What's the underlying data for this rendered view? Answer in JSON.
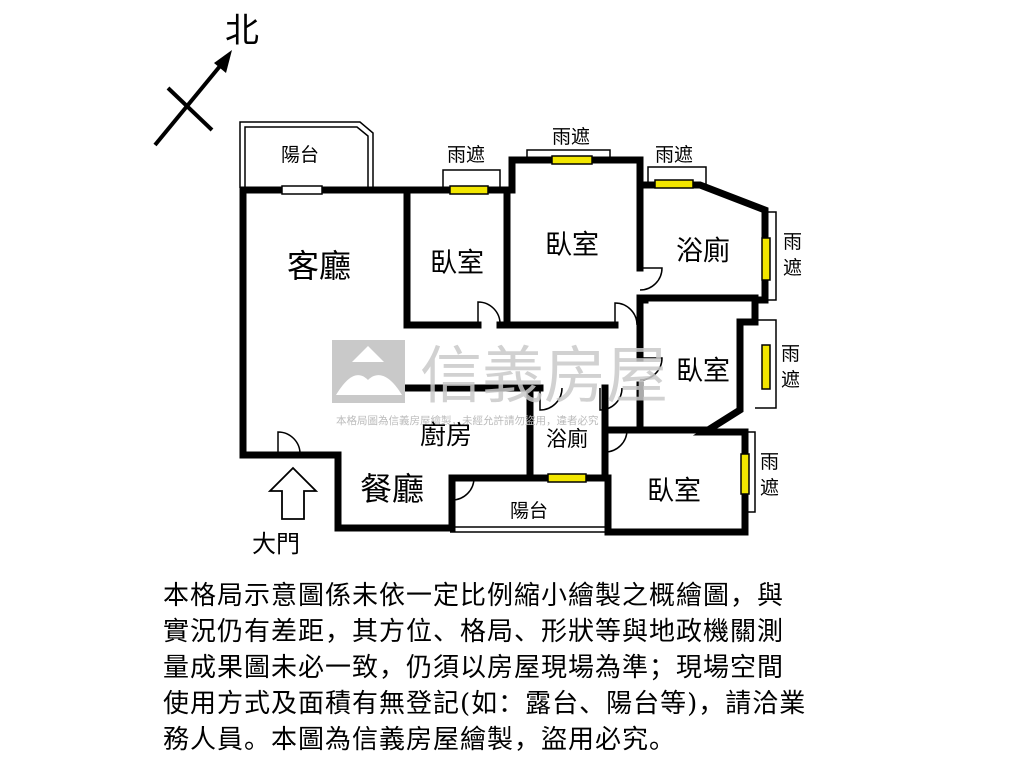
{
  "compass": {
    "label": "北"
  },
  "rooms": {
    "living": "客廳",
    "bed1": "臥室",
    "bed2": "臥室",
    "bed3": "臥室",
    "bed4": "臥室",
    "bath1": "浴廁",
    "bath2": "浴廁",
    "kitchen": "廚房",
    "dining": "餐廳",
    "balcony_top": "陽台",
    "balcony_bottom": "陽台"
  },
  "canopies": [
    "雨遮",
    "雨遮",
    "雨遮"
  ],
  "canopies_vertical": [
    [
      "雨",
      "遮"
    ],
    [
      "雨",
      "遮"
    ],
    [
      "雨",
      "遮"
    ]
  ],
  "entrance": "大門",
  "watermark": {
    "brand": "信義房屋",
    "notice": "本格局圖為信義房屋繪製，未經允許請勿盜用，違者必究"
  },
  "disclaimer": [
    "本格局示意圖係未依一定比例縮小繪製之概繪圖，與",
    "實況仍有差距，其方位、格局、形狀等與地政機關測",
    "量成果圖未必一致，仍須以房屋現場為準；現場空間",
    "使用方式及面積有無登記(如：露台、陽台等)，請洽業",
    "務人員。本圖為信義房屋繪製，盜用必究。"
  ],
  "colors": {
    "wall": "#000000",
    "window": "#f2e600",
    "watermark": "#c9c9c9"
  }
}
